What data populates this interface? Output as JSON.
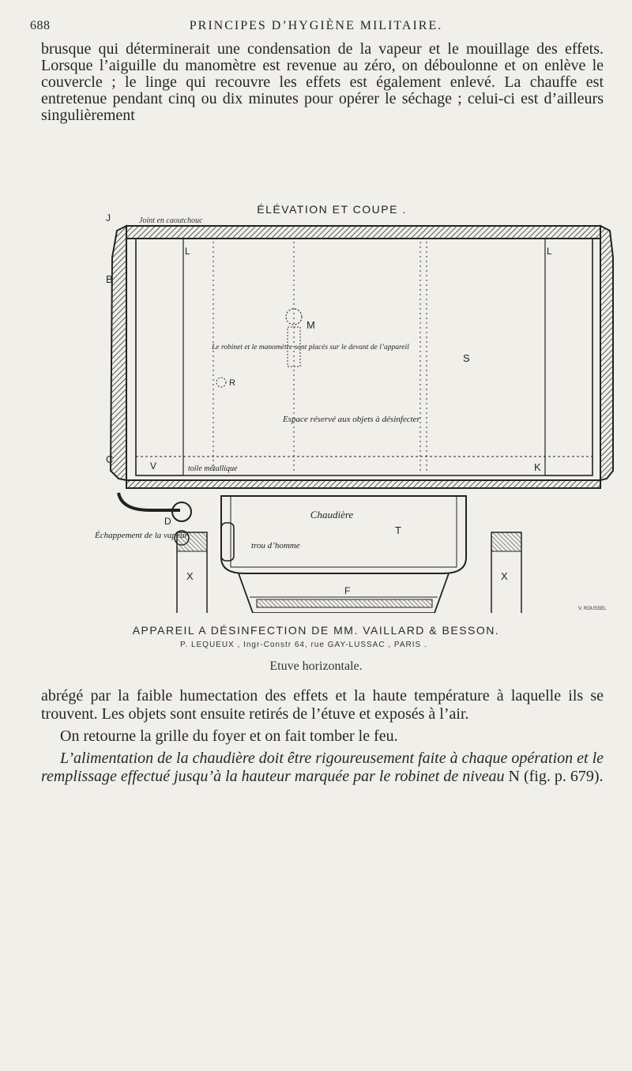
{
  "header": {
    "page_number": "688",
    "running_title": "PRINCIPES D’HYGIÈNE MILITAIRE."
  },
  "top_paragraph": "brusque qui déterminerait une condensation de la vapeur et le mouillage des effets. Lorsque l’aiguille du manomètre est revenue au zéro, on déboulonne et on enlève le couvercle ; le linge qui recouvre les effets est également enlevé. La chauffe est entretenue pendant cinq ou dix minutes pour opérer le séchage ; celui-ci est d’ailleurs singulièrement",
  "figure": {
    "heading": "ÉLÉVATION ET COUPE .",
    "labels": {
      "joint": "Joint en caoutchouc",
      "robinet": "Le robinet et le manomètre sont placés sur le devant de l’appareil",
      "espace": "Espace réservé aux objets à désinfecter",
      "toile": "toile métallique",
      "echappement": "Échappement de la vapeur",
      "chaudiere": "Chaudière",
      "trou": "trou d’homme",
      "engraver": "V. ROUSSEL"
    },
    "letters": [
      "J",
      "B",
      "C",
      "L",
      "L",
      "M",
      "R",
      "S",
      "V",
      "K",
      "D",
      "T",
      "X",
      "X",
      "F"
    ]
  },
  "caption": {
    "main": "APPAREIL A DÉSINFECTION DE MM. VAILLARD & BESSON.",
    "credit": "P. LEQUEUX , Ingr-Constr 64, rue GAY-LUSSAC , PARIS .",
    "title": "Etuve horizontale."
  },
  "body": {
    "p1": "abrégé par la faible humectation des effets et la haute température à laquelle ils se trouvent. Les objets sont ensuite retirés de l’étuve et exposés à l’air.",
    "p2": "On retourne la grille du foyer et on fait tomber le feu.",
    "p3_italic": "L’alimentation de la chaudière doit être rigoureusement faite à chaque opération et le remplissage effectué jusqu’à la hauteur marquée par le robinet de niveau",
    "p3_tail": " N (fig. p. 679)."
  }
}
